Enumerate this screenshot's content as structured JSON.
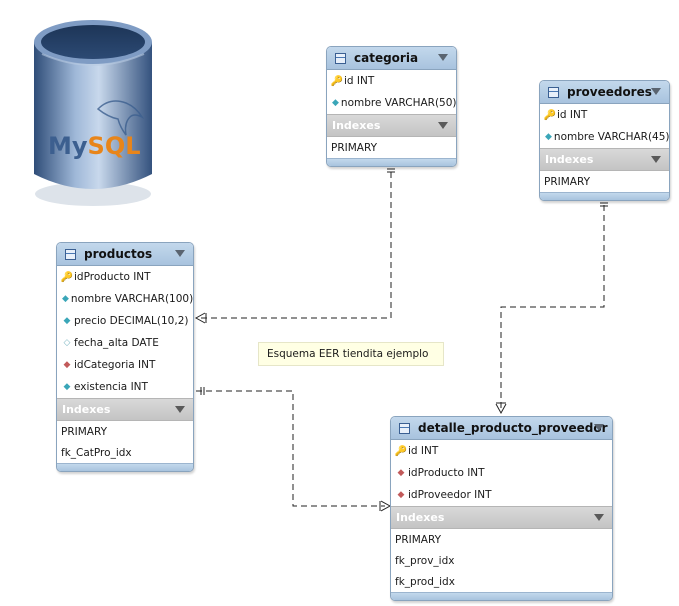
{
  "logo": {
    "text_my": "My",
    "text_sql": "SQL"
  },
  "note": {
    "text": "Esquema  EER tiendita ejemplo"
  },
  "tables": {
    "categoria": {
      "title": "categoria",
      "columns": [
        {
          "label": "id INT",
          "type": "primary-key"
        },
        {
          "label": "nombre VARCHAR(50)",
          "type": "attribute"
        }
      ],
      "indexes_label": "Indexes",
      "indexes": [
        "PRIMARY"
      ]
    },
    "proveedores": {
      "title": "proveedores",
      "columns": [
        {
          "label": "id INT",
          "type": "primary-key"
        },
        {
          "label": "nombre VARCHAR(45)",
          "type": "attribute"
        }
      ],
      "indexes_label": "Indexes",
      "indexes": [
        "PRIMARY"
      ]
    },
    "productos": {
      "title": "productos",
      "columns": [
        {
          "label": "idProducto INT",
          "type": "primary-key"
        },
        {
          "label": "nombre VARCHAR(100)",
          "type": "attribute"
        },
        {
          "label": "precio DECIMAL(10,2)",
          "type": "attribute"
        },
        {
          "label": "fecha_alta DATE",
          "type": "attribute-nullable"
        },
        {
          "label": "idCategoria INT",
          "type": "foreign-key"
        },
        {
          "label": "existencia INT",
          "type": "attribute"
        }
      ],
      "indexes_label": "Indexes",
      "indexes": [
        "PRIMARY",
        "fk_CatPro_idx"
      ]
    },
    "detalle": {
      "title": "detalle_producto_proveedor",
      "columns": [
        {
          "label": "id INT",
          "type": "primary-key"
        },
        {
          "label": "idProducto INT",
          "type": "foreign-key"
        },
        {
          "label": "idProveedor INT",
          "type": "foreign-key"
        }
      ],
      "indexes_label": "Indexes",
      "indexes": [
        "PRIMARY",
        "fk_prov_idx",
        "fk_prod_idx"
      ]
    }
  },
  "colors": {
    "header": "#b3cde4",
    "border": "#8aa4be",
    "index_header": "#cccccc",
    "note_bg": "#ffffe4",
    "logo_blue": "#3c5f8f",
    "logo_orange": "#e8851a"
  },
  "icons": {
    "primary-key": "key-icon",
    "attribute": "diamond-icon",
    "attribute-nullable": "empty-diamond-icon",
    "foreign-key": "fk-diamond-icon",
    "table": "table-icon"
  }
}
